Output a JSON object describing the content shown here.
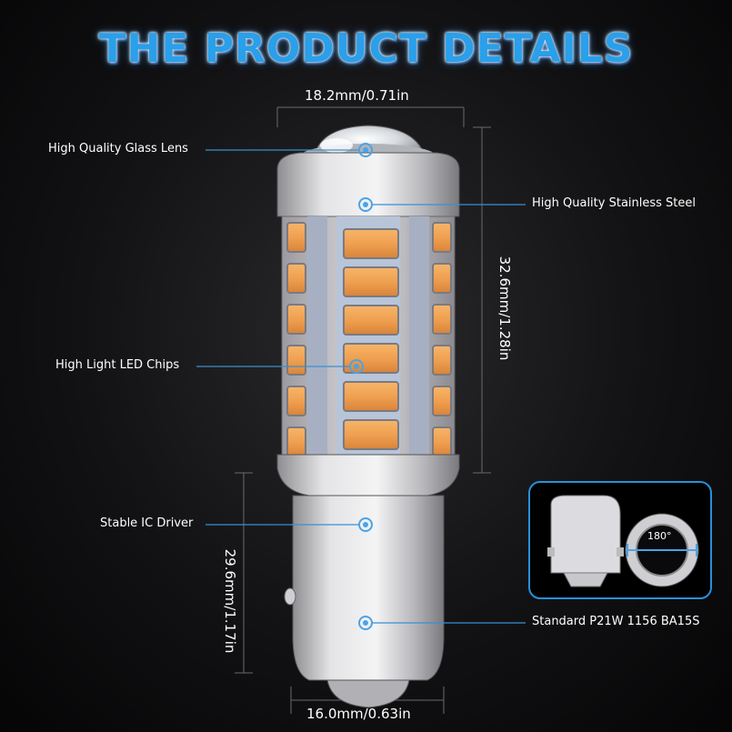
{
  "title": "THE PRODUCT DETAILS",
  "dimensions": {
    "top_width": "18.2mm/0.71in",
    "upper_height": "32.6mm/1.28in",
    "lower_height": "29.6mm/1.17in",
    "base_width": "16.0mm/0.63in"
  },
  "callouts": {
    "glass_lens": "High Quality Glass Lens",
    "stainless_steel": "High Quality Stainless Steel",
    "led_chips": "High Light LED Chips",
    "ic_driver": "Stable IC Driver",
    "standard": "Standard P21W 1156 BA15S"
  },
  "inset": {
    "angle_label": "180°"
  },
  "colors": {
    "title_blue": "#2a9fea",
    "leader_blue": "#3a8fd0",
    "led_amber": "#f0a050",
    "metal": "#c9c9cc"
  }
}
